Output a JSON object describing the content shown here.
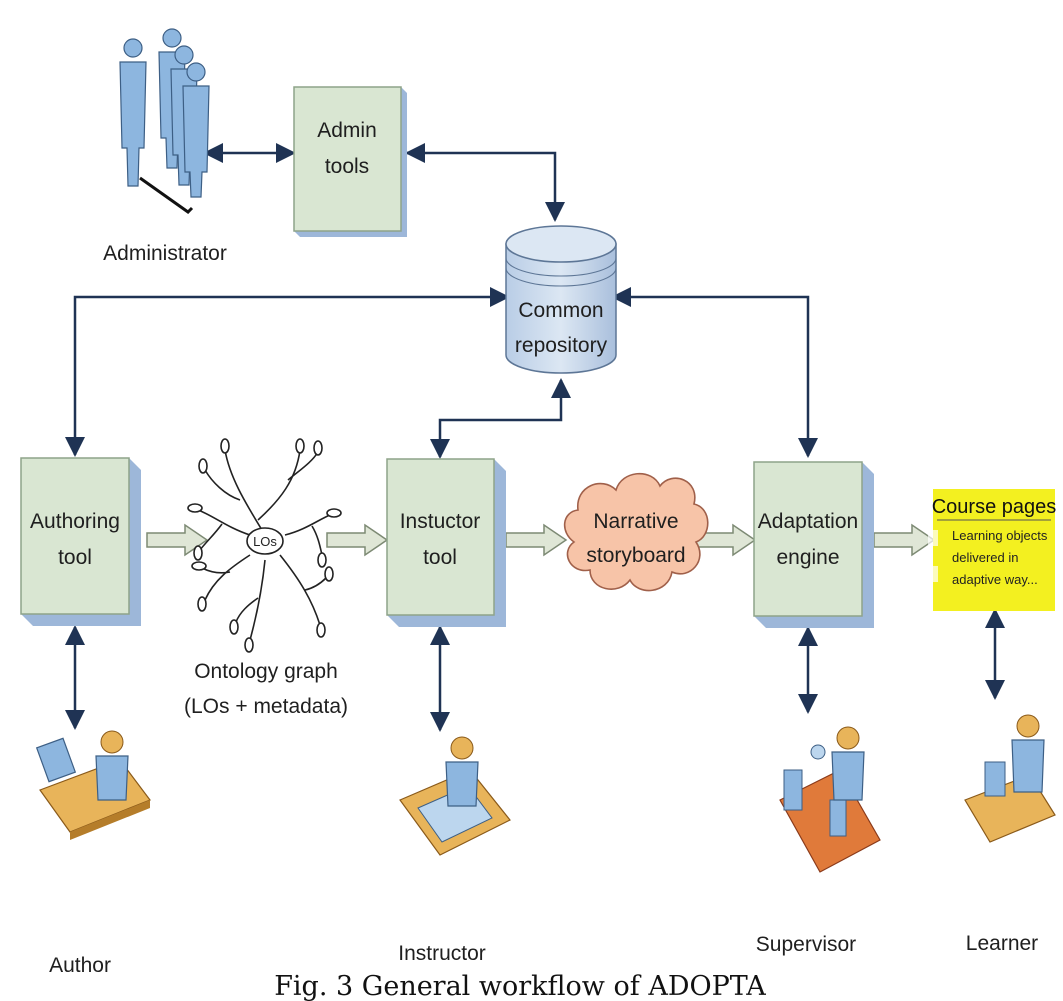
{
  "nodes": {
    "admin_tools": [
      "Admin",
      "tools"
    ],
    "common_repository": [
      "Common",
      "repository"
    ],
    "authoring_tool": [
      "Authoring",
      "tool"
    ],
    "instructor_tool": [
      "Instuctor",
      "tool"
    ],
    "narrative_storyboard": [
      "Narrative",
      "storyboard"
    ],
    "adaptation_engine": [
      "Adaptation",
      "engine"
    ],
    "ontology_graph": [
      "Ontology graph",
      "(LOs + metadata)"
    ],
    "ontology_center": "LOs"
  },
  "course_pages": {
    "title": "Course pages",
    "lines": [
      "Learning objects",
      "delivered in",
      "adaptive way..."
    ]
  },
  "actors": {
    "administrator": "Administrator",
    "author": "Author",
    "instructor": "Instructor",
    "supervisor": "Supervisor",
    "learner": "Learner"
  },
  "caption": "Fig. 3 General workflow of ADOPTA",
  "colors": {
    "box_face": "#d9e6d2",
    "box_edge": "#8ea389",
    "box_shadow": "#9db7d9",
    "arrow_line": "#1f3354",
    "flow_arrow": "#dfe6d6",
    "cloud": "#f7c4a8",
    "course_pages": "#f3f020",
    "person": "#8db6df"
  }
}
